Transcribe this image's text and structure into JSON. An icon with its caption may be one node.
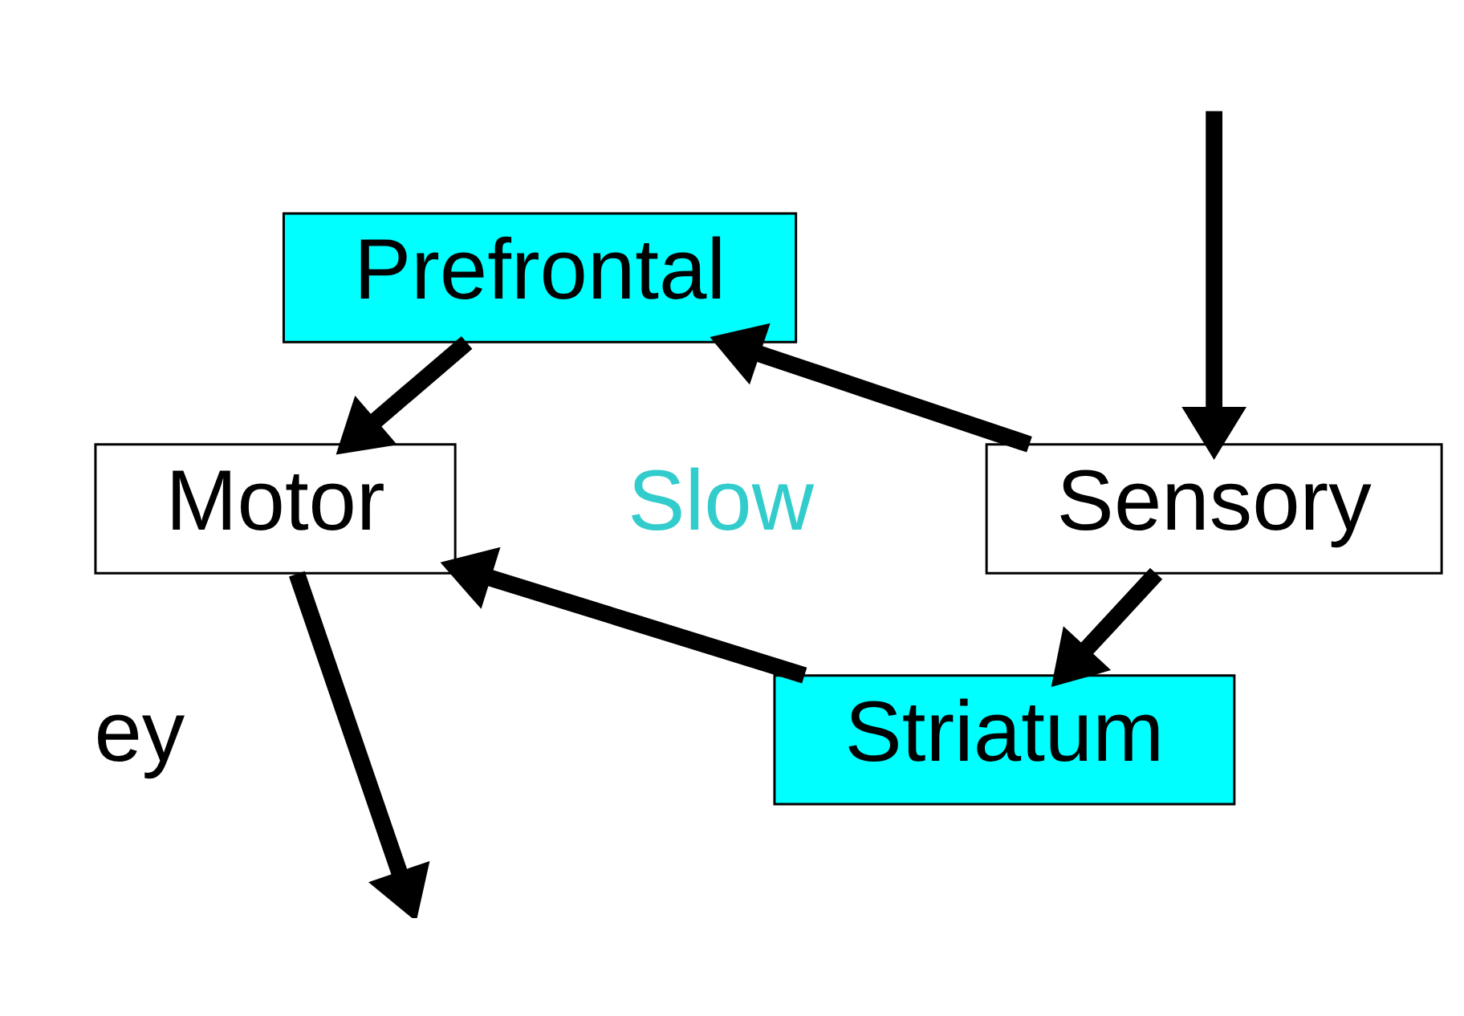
{
  "diagram": {
    "nodes": [
      {
        "text": [
          "Prefrontal"
        ]
      },
      {
        "text": [
          "Motor"
        ]
      },
      {
        "text": [
          "Sensory"
        ]
      },
      {
        "text": [
          "Striatum"
        ]
      }
    ],
    "edges": [
      {
        "from": 0,
        "to": 1,
        "arrow": "to"
      },
      {
        "from": 2,
        "to": 0,
        "arrow": "to"
      },
      {
        "from": 2,
        "to": 3,
        "arrow": "to"
      },
      {
        "from": 3,
        "to": 1,
        "arrow": "to"
      },
      {
        "from": 1,
        "to": null,
        "arrow": "to"
      },
      {
        "from": null,
        "to": 2,
        "arrow": "to"
      }
    ],
    "labels": [
      "Slow",
      "ey"
    ]
  }
}
